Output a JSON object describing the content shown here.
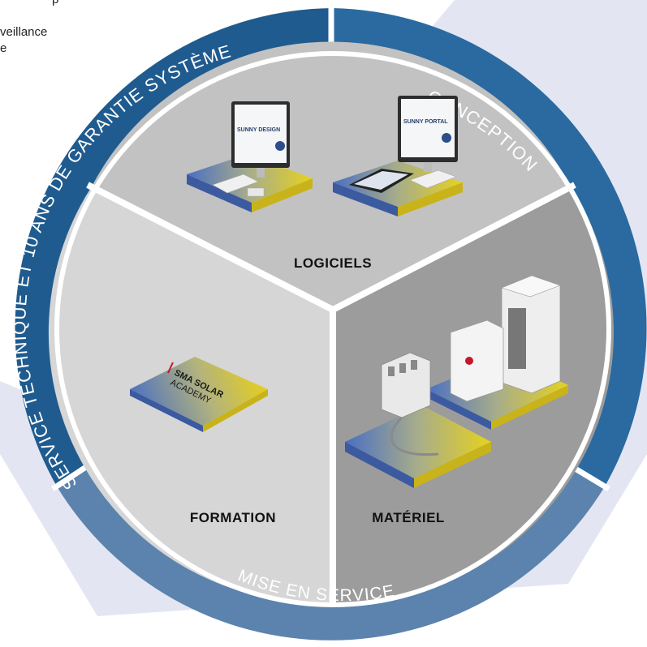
{
  "top_note": {
    "line1": "p",
    "line2": "veillance",
    "line3": "e"
  },
  "segments": {
    "software": "LOGICIELS",
    "training": "FORMATION",
    "hardware": "MATÉRIEL"
  },
  "ring": {
    "service": "SERVICE TECHNIQUE ET 10 ANS DE GARANTIE SYSTÈME",
    "design": "CONCEPTION",
    "commissioning": "MISE EN SERVICE"
  },
  "screens": {
    "design_monitor": "SUNNY DESIGN",
    "portal_monitor": "SUNNY PORTAL"
  },
  "academy_plate": {
    "line1": "SMA SOLAR",
    "line2": "ACADEMY"
  },
  "colors": {
    "ring_dark": "#1f5b8f",
    "ring_mid": "#2a6aa0",
    "ring_light": "#5b83ad",
    "background_shape": "#e3e6f2",
    "segment_top": "#c2c2c2",
    "segment_left": "#d6d6d6",
    "segment_right": "#9c9c9c",
    "plate_blue": "#4a6fc2",
    "plate_yellow": "#e6d21f"
  }
}
